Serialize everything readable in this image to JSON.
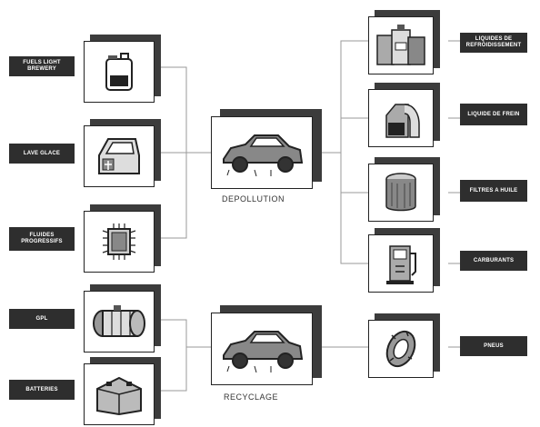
{
  "left_inputs": [
    {
      "label": "FUELS LIGHT BREWERY",
      "icon": "fuel-can-icon"
    },
    {
      "label": "LAVE GLACE",
      "icon": "car-door-icon"
    },
    {
      "label": "FLUIDES PROGRESSIFS",
      "icon": "electronic-module-icon"
    },
    {
      "label": "GPL",
      "icon": "gas-tank-icon"
    },
    {
      "label": "BATTERIES",
      "icon": "battery-icon"
    }
  ],
  "centers": [
    {
      "caption": "DEPOLLUTION",
      "icon": "car-icon"
    },
    {
      "caption": "RECYCLAGE",
      "icon": "car-icon"
    }
  ],
  "right_outputs": [
    {
      "label": "LIQUIDES DE REFROIDISSEMENT",
      "icon": "containers-icon"
    },
    {
      "label": "LIQUIDE DE FREIN",
      "icon": "brake-fluid-icon"
    },
    {
      "label": "FILTRES A HUILE",
      "icon": "oil-filter-icon"
    },
    {
      "label": "CARBURANTS",
      "icon": "fuel-pump-icon"
    },
    {
      "label": "PNEUS",
      "icon": "tire-icon"
    }
  ],
  "colors": {
    "label_bg": "#2e2e2e",
    "shadow": "#3c3c3c",
    "line": "#9a9a9a"
  }
}
